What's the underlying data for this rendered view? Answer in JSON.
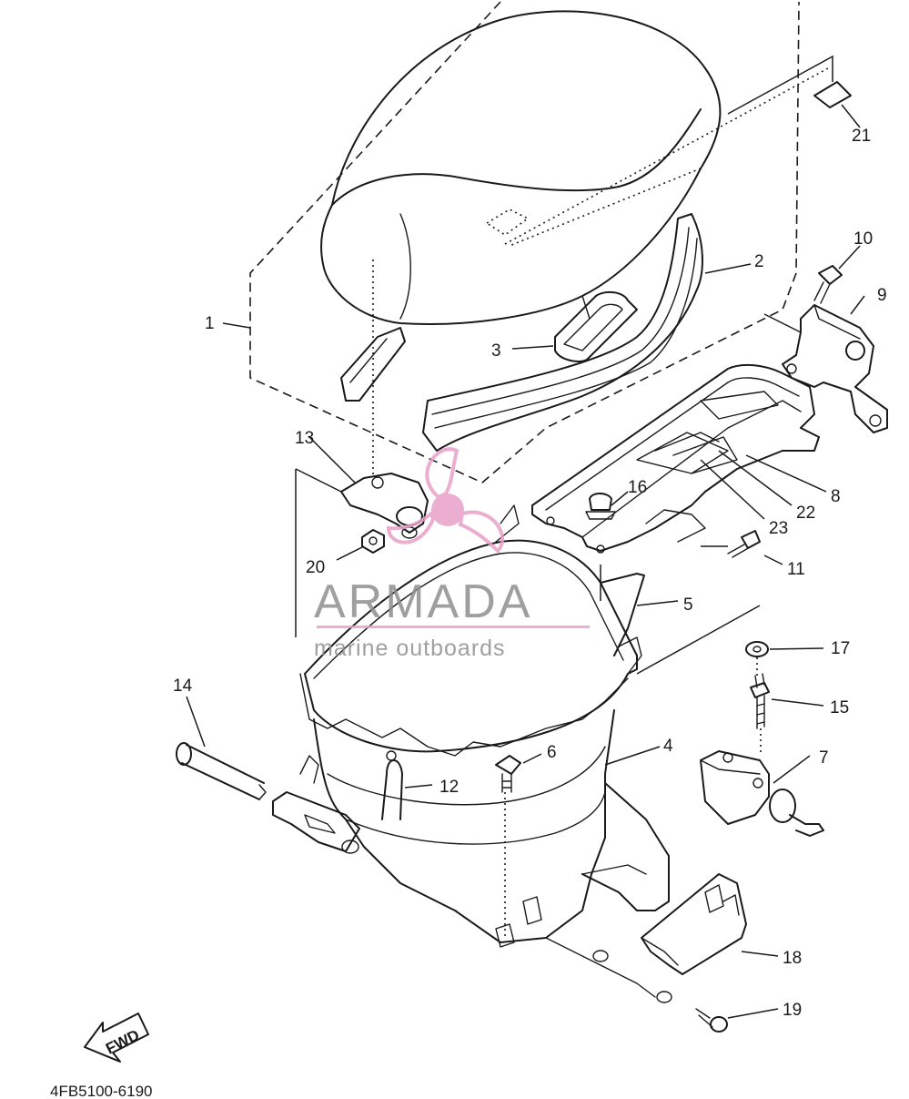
{
  "diagram": {
    "part_code": "4FB5100-6190",
    "fwd_label": "FWD",
    "callouts": {
      "c1": "1",
      "c2": "2",
      "c3": "3",
      "c4": "4",
      "c5": "5",
      "c6": "6",
      "c7": "7",
      "c8": "8",
      "c9": "9",
      "c10": "10",
      "c11": "11",
      "c12": "12",
      "c13": "13",
      "c14": "14",
      "c15": "15",
      "c16": "16",
      "c17": "17",
      "c18": "18",
      "c19": "19",
      "c20": "20",
      "c21": "21",
      "c22": "22",
      "c23": "23"
    }
  },
  "watermark": {
    "brand": "ARMADA",
    "tagline": "marine outboards",
    "color": "#e8a0c8"
  }
}
